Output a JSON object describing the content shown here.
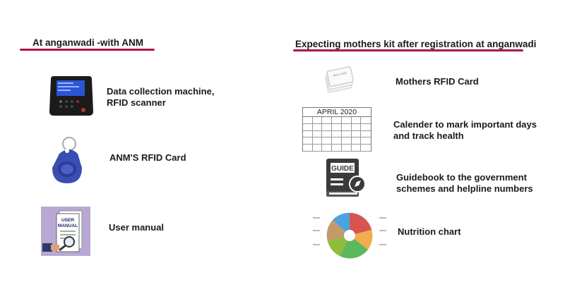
{
  "left": {
    "heading": "At anganwadi -with ANM",
    "items": [
      {
        "icon": "rfid-scanner-machine-icon",
        "lines": [
          "Data collection machine,",
          "RFID scanner"
        ]
      },
      {
        "icon": "rfid-keyfob-icon",
        "lines": [
          "ANM'S RFID Card"
        ]
      },
      {
        "icon": "user-manual-icon",
        "lines": [
          "User manual"
        ]
      }
    ]
  },
  "right": {
    "heading": "Expecting mothers kit after registration at anganwadi",
    "items": [
      {
        "icon": "rfid-cards-icon",
        "lines": [
          "Mothers RFID Card"
        ]
      },
      {
        "icon": "calendar-icon",
        "lines": [
          "Calender to mark important days",
          "and track health"
        ]
      },
      {
        "icon": "guidebook-icon",
        "lines": [
          "Guidebook to the government",
          "schemes and helpline numbers"
        ]
      },
      {
        "icon": "nutrition-chart-icon",
        "lines": [
          "Nutrition chart"
        ]
      }
    ]
  },
  "images": {
    "manual_text": "USER MANUAL",
    "calendar_title": "APRIL 2020",
    "guide_text": "GUIDE",
    "card_text": "RFID CARD"
  },
  "colors": {
    "underline": "#b0134e",
    "scanner_screen": "#2a55d6",
    "keyfob": "#3a4db0",
    "guidebook": "#3a3a3a",
    "manual_bg": "#b9a8d3"
  }
}
